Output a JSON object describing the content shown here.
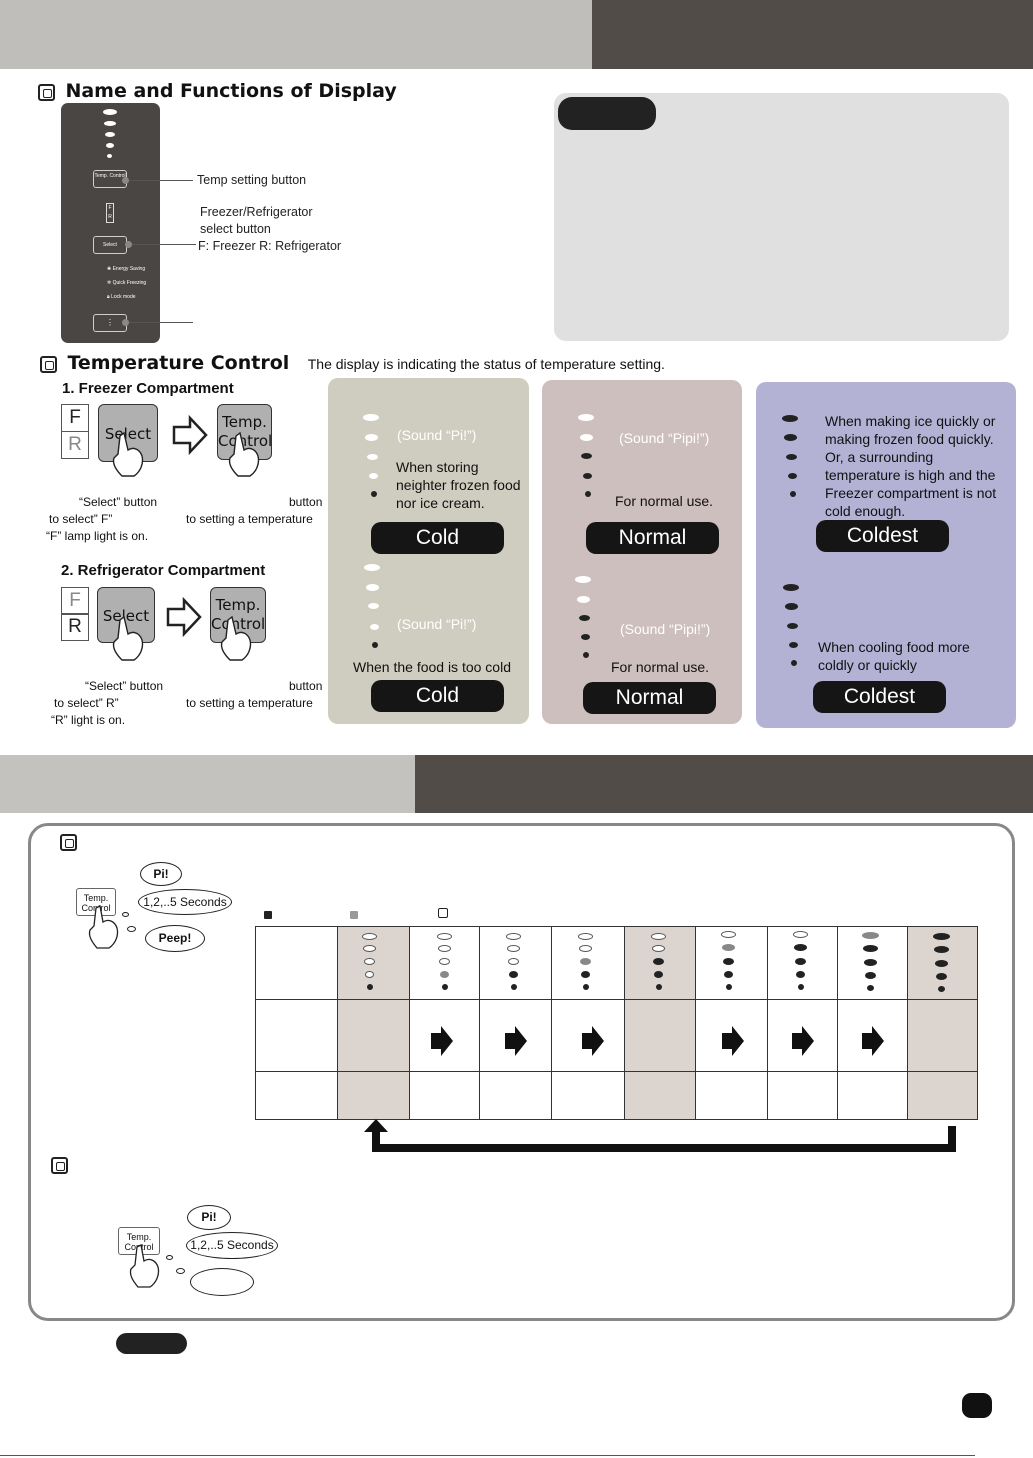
{
  "display_section": {
    "title": "Name and Functions of Display",
    "labels": {
      "temp_setting": "Temp setting button",
      "select_line1": "Freezer/Refrigerator",
      "select_line2": "select button",
      "select_line3": "F: Freezer  R: Refrigerator"
    },
    "panel": {
      "temp_btn": "Temp. Control",
      "f": "F",
      "r": "R",
      "select_btn": "Select",
      "energy": "Energy Saving",
      "quick": "Quick Freezing",
      "lock": "Lock mode"
    }
  },
  "temp_section": {
    "title": "Temperature Control",
    "subtitle": "The display is indicating the  status of temperature setting.",
    "freezer": {
      "heading": "1. Freezer Compartment",
      "f": "F",
      "r": "R",
      "select": "Select",
      "temp": "Temp. Control",
      "cap1": "“Select” button",
      "cap2": "button",
      "cap3": "to select” F”",
      "cap4": "to setting a temperature",
      "cap5": "“F” lamp light is on."
    },
    "fridge": {
      "heading": "2. Refrigerator Compartment",
      "f": "F",
      "r": "R",
      "select": "Select",
      "temp": "Temp. Control",
      "cap1": "“Select” button",
      "cap2": "button",
      "cap3": "to select” R”",
      "cap4": "to setting a temperature",
      "cap5": "“R” light is on."
    },
    "cold_panel": {
      "sound1": "(Sound “Pi!”)",
      "text1": "When storing neighter frozen food nor ice cream.",
      "label1": "Cold",
      "sound2": "(Sound “Pi!”)",
      "text2": "When the food is too cold",
      "label2": "Cold",
      "color": "#cecdbf"
    },
    "normal_panel": {
      "sound1": "(Sound “Pipi!”)",
      "text1": "For normal use.",
      "label1": "Normal",
      "sound2": "(Sound “Pipi!”)",
      "text2": "For normal use.",
      "label2": "Normal",
      "color": "#cdbfbd"
    },
    "coldest_panel": {
      "text1": "When making ice quickly or making frozen food quickly. Or, a surrounding temperature is high and the Freezer compartment is not cold enough.",
      "label1": "Coldest",
      "text2": "When cooling food more coldly or quickly",
      "label2": "Coldest",
      "color": "#b3b2d5"
    }
  },
  "bottom": {
    "pi": "Pi!",
    "seconds": "1,2,..5 Seconds",
    "peep": "Peep!",
    "temp": "Temp. Control",
    "pi2": "Pi!",
    "seconds2": "1,2,..5 Seconds",
    "page_pill": ""
  }
}
